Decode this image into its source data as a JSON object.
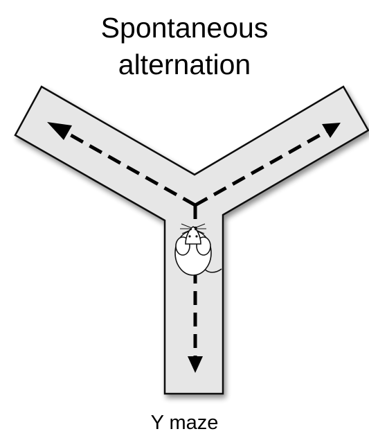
{
  "title_line1": "Spontaneous",
  "title_line2": "alternation",
  "caption": "Y maze",
  "colors": {
    "arm_fill": "#e6e6e6",
    "arm_stroke": "#111111",
    "arrow": "#000000",
    "mouse_fill": "#ffffff"
  },
  "icons": [
    "y-maze",
    "dashed-arrow",
    "mouse-icon"
  ]
}
